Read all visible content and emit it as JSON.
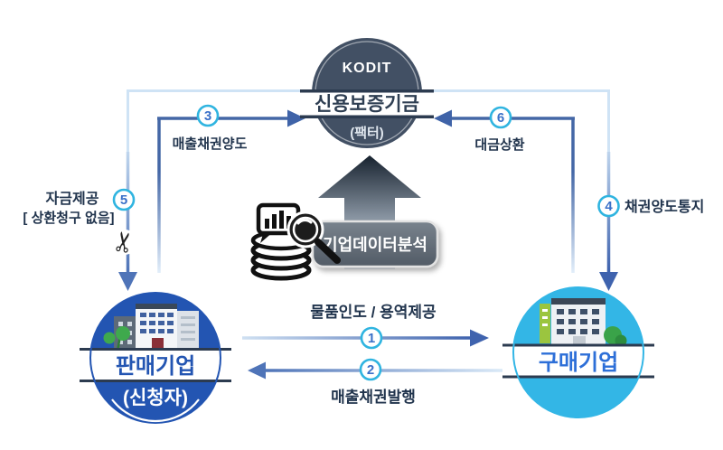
{
  "fund": {
    "logo": "KODIT",
    "name": "신용보증기금",
    "subtitle": "(팩터)"
  },
  "seller": {
    "name": "판매기업",
    "subtitle": "(신청자)"
  },
  "buyer": {
    "name": "구매기업"
  },
  "analysis_box": {
    "label": "기업데이터분석"
  },
  "steps": [
    {
      "num": "1",
      "label": "물품인도 / 용역제공"
    },
    {
      "num": "2",
      "label": "매출채권발행"
    },
    {
      "num": "3",
      "label": "매출채권양도"
    },
    {
      "num": "4",
      "label": "채권양도통지"
    },
    {
      "num": "5",
      "label": "자금제공",
      "label2": "[ 상환청구 없음]"
    },
    {
      "num": "6",
      "label": "대금상환"
    }
  ],
  "icons": {
    "scissors": "✂"
  },
  "colors": {
    "fund_navy": "#425064",
    "band_border_navy": "#2c3b50",
    "seller_blue": "#2355b2",
    "buyer_cyan": "#33b6e6",
    "badge_ring": "#2fb4e0",
    "badge_number": "#3a70c8",
    "arrow_dark": "#4467a6",
    "arrow_light": "#cfe3f5",
    "label_navy": "#21344d",
    "analysis_box_gray": "#5f6974"
  }
}
